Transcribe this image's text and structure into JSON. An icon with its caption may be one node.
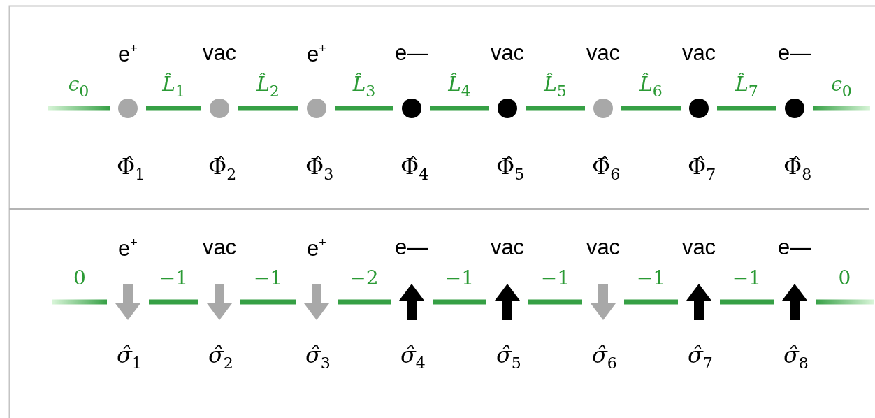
{
  "diagram": {
    "nodes": [
      {
        "text": [],
        "shape": "circle",
        "beside": [
          "e$^{+}$",
          "Φ̂$_{1}$"
        ]
      },
      {
        "text": [],
        "shape": "circle",
        "beside": [
          "vac",
          "Φ̂$_{2}$"
        ]
      },
      {
        "text": [],
        "shape": "circle",
        "beside": [
          "e$^{+}$",
          "Φ̂$_{3}$"
        ]
      },
      {
        "text": [],
        "shape": "circle",
        "beside": [
          "e—",
          "Φ̂$_{4}$"
        ]
      },
      {
        "text": [],
        "shape": "circle",
        "beside": [
          "vac",
          "Φ̂$_{5}$"
        ]
      },
      {
        "text": [],
        "shape": "circle",
        "beside": [
          "vac",
          "Φ̂$_{6}$"
        ]
      },
      {
        "text": [],
        "shape": "circle",
        "beside": [
          "vac",
          "Φ̂$_{7}$"
        ]
      },
      {
        "text": [],
        "shape": "circle",
        "beside": [
          "e—",
          "Φ̂$_{8}$"
        ]
      },
      {
        "text": [],
        "shape": "arrow",
        "beside": [
          "e$^{+}$",
          "*σ̂*$_{1}$"
        ]
      },
      {
        "text": [],
        "shape": "arrow",
        "beside": [
          "vac",
          "*σ̂*$_{2}$"
        ]
      },
      {
        "text": [],
        "shape": "arrow",
        "beside": [
          "e$^{+}$",
          "*σ̂*$_{3}$"
        ]
      },
      {
        "text": [],
        "shape": "arrow",
        "beside": [
          "e—",
          "*σ̂*$_{4}$"
        ]
      },
      {
        "text": [],
        "shape": "arrow",
        "beside": [
          "vac",
          "*σ̂*$_{5}$"
        ]
      },
      {
        "text": [],
        "shape": "arrow",
        "beside": [
          "vac",
          "*σ̂*$_{6}$"
        ]
      },
      {
        "text": [],
        "shape": "arrow",
        "beside": [
          "vac",
          "*σ̂*$_{7}$"
        ]
      },
      {
        "text": [],
        "shape": "arrow",
        "beside": [
          "e—",
          "*σ̂*$_{8}$"
        ]
      }
    ],
    "edges": [
      {
        "from": null,
        "to": 0,
        "arrow": "none",
        "label": "*ϵ*$_{0}$"
      },
      {
        "from": 0,
        "to": 1,
        "arrow": "none",
        "label": "*L̂*$_{1}$"
      },
      {
        "from": 1,
        "to": 2,
        "arrow": "none",
        "label": "*L̂*$_{2}$"
      },
      {
        "from": 2,
        "to": 3,
        "arrow": "none",
        "label": "*L̂*$_{3}$"
      },
      {
        "from": 3,
        "to": 4,
        "arrow": "none",
        "label": "*L̂*$_{4}$"
      },
      {
        "from": 4,
        "to": 5,
        "arrow": "none",
        "label": "*L̂*$_{5}$"
      },
      {
        "from": 5,
        "to": 6,
        "arrow": "none",
        "label": "*L̂*$_{6}$"
      },
      {
        "from": 6,
        "to": 7,
        "arrow": "none",
        "label": "*L̂*$_{7}$"
      },
      {
        "from": 7,
        "to": null,
        "arrow": "none",
        "label": "*ϵ*$_{0}$"
      },
      {
        "from": null,
        "to": 8,
        "arrow": "none",
        "label": "0"
      },
      {
        "from": 8,
        "to": 9,
        "arrow": "none",
        "label": "−1"
      },
      {
        "from": 9,
        "to": 10,
        "arrow": "none",
        "label": "−1"
      },
      {
        "from": 10,
        "to": 11,
        "arrow": "none",
        "label": "−2"
      },
      {
        "from": 11,
        "to": 12,
        "arrow": "none",
        "label": "−1"
      },
      {
        "from": 12,
        "to": 13,
        "arrow": "none",
        "label": "−1"
      },
      {
        "from": 13,
        "to": 14,
        "arrow": "none",
        "label": "−1"
      },
      {
        "from": 14,
        "to": 15,
        "arrow": "none",
        "label": "−1"
      },
      {
        "from": 15,
        "to": null,
        "arrow": "none",
        "label": "0"
      }
    ]
  }
}
